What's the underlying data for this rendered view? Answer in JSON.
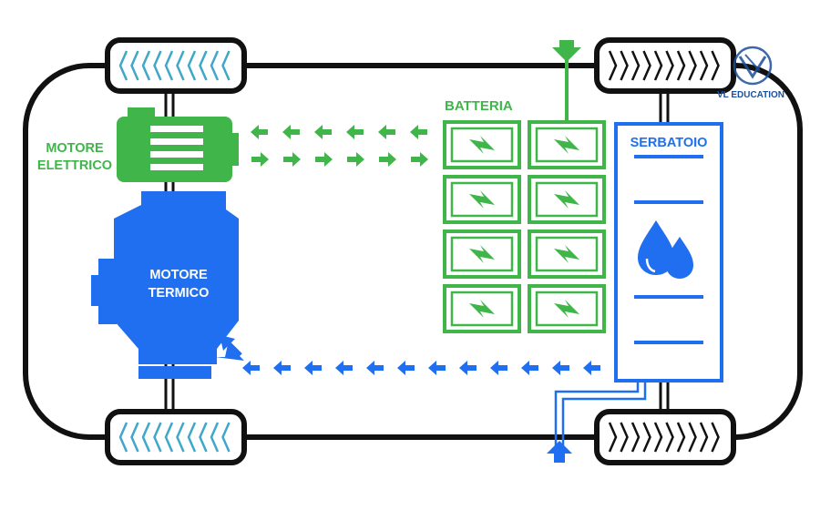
{
  "labels": {
    "motore_elettrico_line1": "MOTORE",
    "motore_elettrico_line2": "ELETTRICO",
    "motore_termico_line1": "MOTORE",
    "motore_termico_line2": "TERMICO",
    "batteria": "BATTERIA",
    "serbatoio": "SERBATOIO",
    "watermark": "VL EDUCATION"
  },
  "colors": {
    "green": "#3fb54a",
    "blue": "#1f6ff0",
    "black": "#111111",
    "wheel_tread": "#3fa7c8",
    "watermark": "#1c4f9c"
  },
  "icons": {
    "battery_cell": "lightning-bolt-icon",
    "fuel": "water-drops-icon",
    "logo": "vl-education-logo"
  }
}
